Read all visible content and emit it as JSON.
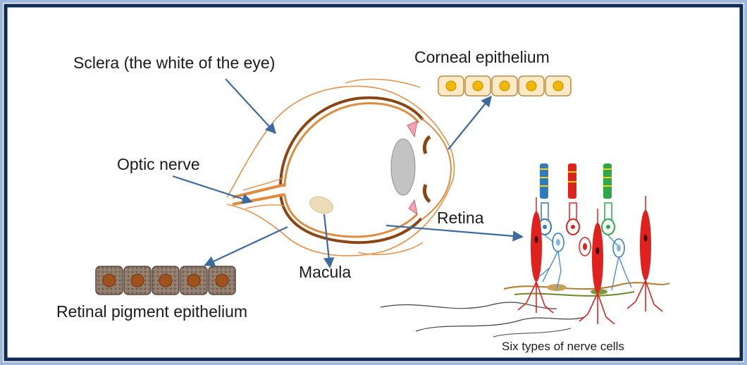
{
  "labels": {
    "sclera": "Sclera (the white of the eye)",
    "corneal_epithelium": "Corneal epithelium",
    "optic_nerve": "Optic nerve",
    "retina": "Retina",
    "macula": "Macula",
    "retinal_pigment_epithelium": "Retinal pigment epithelium",
    "nerve_cells_caption": "Six types of nerve cells"
  },
  "colors": {
    "frame": "#0e2a57",
    "frame_outer": "#9db8dc",
    "sclera_outline": "#e08a3c",
    "choroid": "#8b4513",
    "arrow": "#3e6b9f",
    "lens": "#c3c3c3",
    "macula": "#ecdcb8",
    "corneal_cell": "#fde9c4",
    "corneal_nucleus": "#f0b800",
    "rpe_cell": "#8d7a6b",
    "rpe_nucleus": "#a0521c",
    "rod_red": "#e0221f",
    "cone_blue": "#2f7bbd",
    "cone_green": "#2ea84a"
  }
}
